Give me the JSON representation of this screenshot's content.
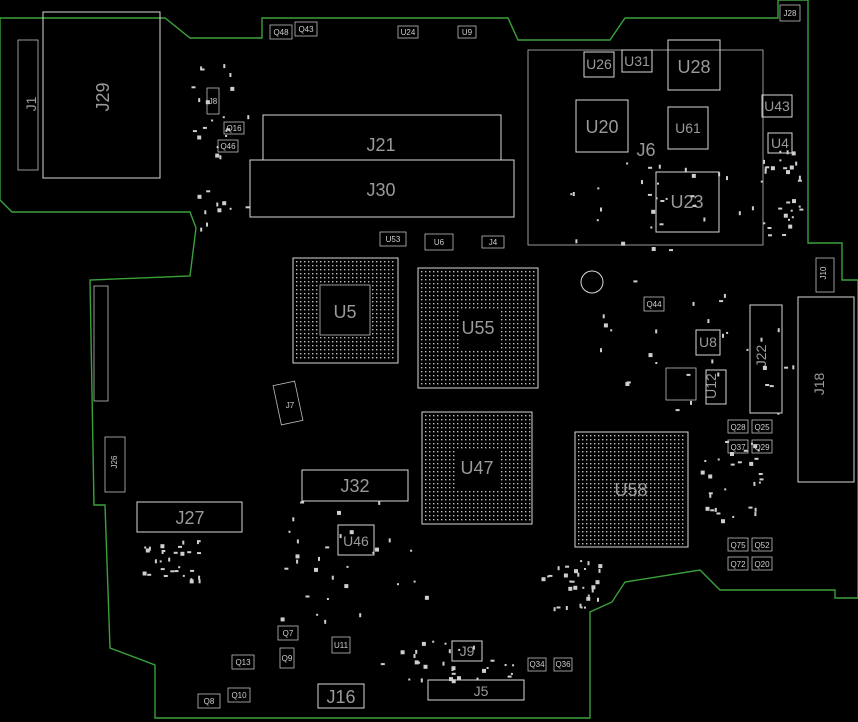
{
  "colors": {
    "background": "#000000",
    "board_outline": "#3aa03a",
    "silkscreen": "#d8d8d8",
    "label": "#9a9a9a"
  },
  "components": {
    "J29": "J29",
    "J1": "J1",
    "J21": "J21",
    "J30": "J30",
    "J6": "J6",
    "J4": "J4",
    "J22": "J22",
    "J18": "J18",
    "J10": "J10",
    "J7": "J7",
    "J32": "J32",
    "J27": "J27",
    "J26": "J26",
    "J9": "J9",
    "J5": "J5",
    "J16": "J16",
    "U5": "U5",
    "U55": "U55",
    "U47": "U47",
    "U58": "U58",
    "U46": "U46",
    "U28": "U28",
    "U26": "U26",
    "U31": "U31",
    "U20": "U20",
    "U61": "U61",
    "U23": "U23",
    "U43": "U43",
    "U4": "U4",
    "U8": "U8",
    "U12": "U12",
    "U53": "U53",
    "U6": "U6",
    "U24": "U24",
    "U9": "U9",
    "U11": "U11",
    "Q48": "Q48",
    "Q43": "Q43",
    "Q16": "Q16",
    "Q46": "Q46",
    "Q44": "Q44",
    "Q28": "Q28",
    "Q25": "Q25",
    "Q37": "Q37",
    "Q29": "Q29",
    "Q75": "Q75",
    "Q52": "Q52",
    "Q72": "Q72",
    "Q20": "Q20",
    "Q7": "Q7",
    "Q13": "Q13",
    "Q10": "Q10",
    "Q8": "Q8",
    "Q34": "Q34",
    "Q36": "Q36",
    "Q9": "Q9",
    "J28": "J28",
    "J8": "J8"
  }
}
